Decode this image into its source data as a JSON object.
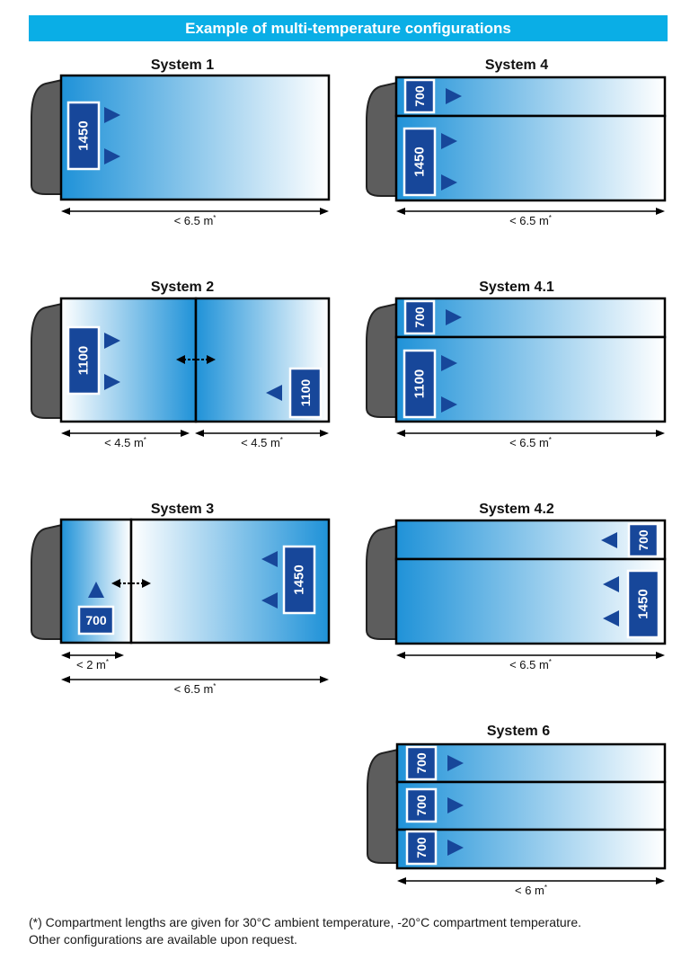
{
  "header": {
    "title": "Example of multi-temperature configurations"
  },
  "colors": {
    "header_bg": "#0aaee6",
    "gradient_dark": "#1f92d8",
    "gradient_light": "#ffffff",
    "unit_fill": "#17479a",
    "cab_fill": "#5d5d5d"
  },
  "icons": [
    "airflow-arrow-icon",
    "double-arrow-icon",
    "dimension-arrow-icon",
    "truck-cab-icon"
  ],
  "systems": [
    {
      "id": "system-1",
      "title": "System 1",
      "compartments": [
        {
          "units": [
            {
              "label": "1450",
              "rotated": true
            }
          ]
        }
      ],
      "dimensions": [
        "< 6.5 m*"
      ]
    },
    {
      "id": "system-2",
      "title": "System 2",
      "compartments": [
        {
          "units": [
            {
              "label": "1100",
              "rotated": true
            }
          ]
        },
        {
          "units": [
            {
              "label": "1100",
              "rotated": true
            }
          ]
        }
      ],
      "dimensions": [
        "< 4.5 m*",
        "< 4.5 m*"
      ]
    },
    {
      "id": "system-3",
      "title": "System 3",
      "compartments": [
        {
          "units": [
            {
              "label": "700",
              "rotated": false
            }
          ]
        },
        {
          "units": [
            {
              "label": "1450",
              "rotated": true
            }
          ]
        }
      ],
      "dimensions": [
        "< 2 m*",
        "< 6.5 m*"
      ]
    },
    {
      "id": "system-4",
      "title": "System 4",
      "compartments": [
        {
          "units": [
            {
              "label": "700",
              "rotated": true
            }
          ]
        },
        {
          "units": [
            {
              "label": "1450",
              "rotated": true
            }
          ]
        }
      ],
      "dimensions": [
        "< 6.5 m*"
      ]
    },
    {
      "id": "system-4-1",
      "title": "System 4.1",
      "compartments": [
        {
          "units": [
            {
              "label": "700",
              "rotated": true
            }
          ]
        },
        {
          "units": [
            {
              "label": "1100",
              "rotated": true
            }
          ]
        }
      ],
      "dimensions": [
        "< 6.5 m*"
      ]
    },
    {
      "id": "system-4-2",
      "title": "System 4.2",
      "compartments": [
        {
          "units": [
            {
              "label": "700",
              "rotated": true
            }
          ]
        },
        {
          "units": [
            {
              "label": "1450",
              "rotated": true
            }
          ]
        }
      ],
      "dimensions": [
        "< 6.5 m*"
      ]
    },
    {
      "id": "system-6",
      "title": "System 6",
      "compartments": [
        {
          "units": [
            {
              "label": "700",
              "rotated": true
            }
          ]
        },
        {
          "units": [
            {
              "label": "700",
              "rotated": true
            }
          ]
        },
        {
          "units": [
            {
              "label": "700",
              "rotated": true
            }
          ]
        }
      ],
      "dimensions": [
        "< 6 m*"
      ]
    }
  ],
  "footnote": {
    "line1": "(*) Compartment lengths are given for 30°C ambient temperature, -20°C compartment temperature.",
    "line2": "Other configurations are available upon request."
  }
}
